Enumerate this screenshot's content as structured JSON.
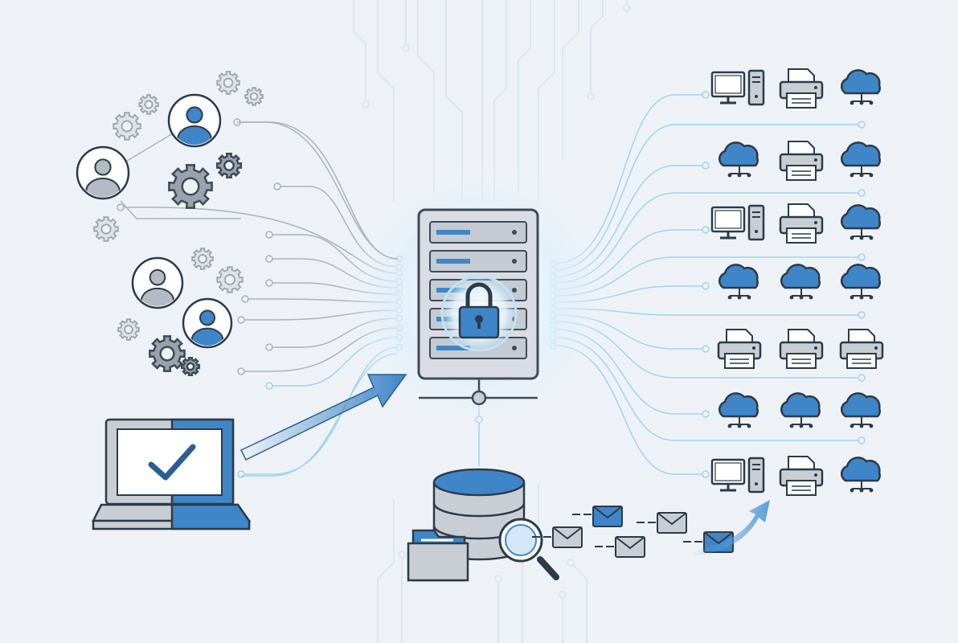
{
  "colors": {
    "background": "#eef2f6",
    "accent": "#3f86c8",
    "accent_light": "#5c9fda",
    "line_gray": "#a9b2bc",
    "line_blue": "#9fd3ee",
    "icon_stroke": "#4b5563",
    "icon_fill": "#c9ced5",
    "screen_fill": "#ffffff"
  },
  "icons": {
    "user": "user-avatar-icon",
    "gear": "gear-icon",
    "laptop": "laptop-check-icon",
    "server": "server-rack-icon",
    "lock": "padlock-icon",
    "database": "database-icon",
    "folder": "folder-icon",
    "magnifier": "magnifier-icon",
    "mail": "envelope-icon",
    "desktop": "desktop-computer-icon",
    "printer": "printer-icon",
    "cloud": "cloud-network-icon"
  },
  "device_grid": [
    [
      "desktop",
      "printer",
      "cloud"
    ],
    [
      "cloud",
      "printer",
      "cloud"
    ],
    [
      "desktop",
      "printer",
      "cloud"
    ],
    [
      "cloud",
      "cloud",
      "cloud"
    ],
    [
      "printer",
      "printer",
      "printer"
    ],
    [
      "cloud",
      "cloud",
      "cloud"
    ],
    [
      "desktop",
      "printer",
      "cloud"
    ]
  ]
}
